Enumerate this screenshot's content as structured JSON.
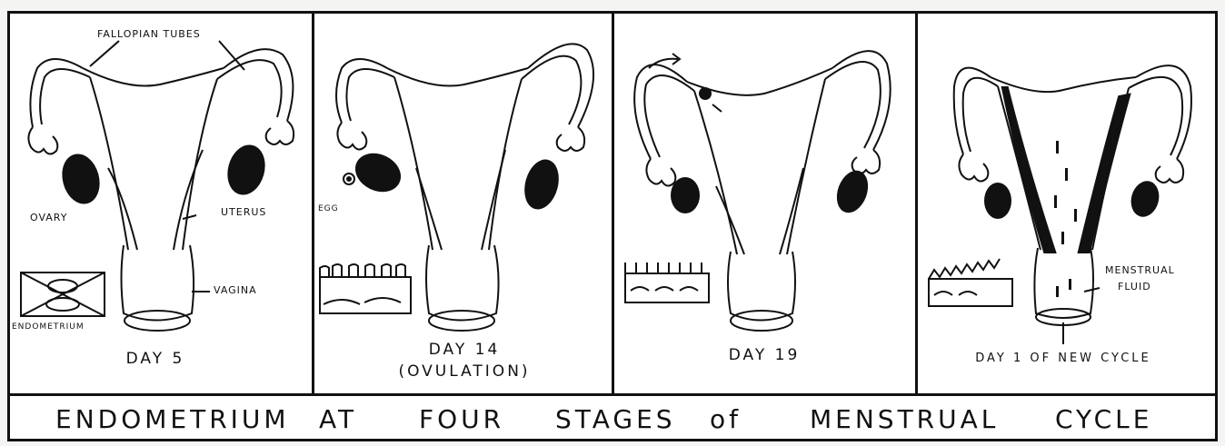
{
  "labels": {
    "fallopian_tubes": "FALLOPIAN TUBES",
    "ovary": "OVARY",
    "uterus": "UTERUS",
    "vagina": "VAGINA",
    "endometrium": "ENDOMETRIUM",
    "egg": "EGG",
    "menstrual_fluid_1": "MENSTRUAL",
    "menstrual_fluid_2": "FLUID"
  },
  "panels": [
    {
      "day": "DAY 5",
      "sub": ""
    },
    {
      "day": "DAY 14",
      "sub": "(OVULATION)"
    },
    {
      "day": "DAY 19",
      "sub": ""
    },
    {
      "day": "DAY 1 OF NEW CYCLE",
      "sub": ""
    }
  ],
  "footer": {
    "w1": "ENDOMETRIUM",
    "w2": "AT",
    "w3": "FOUR",
    "w4": "STAGES",
    "w5": "of",
    "w6": "MENSTRUAL",
    "w7": "CYCLE"
  }
}
